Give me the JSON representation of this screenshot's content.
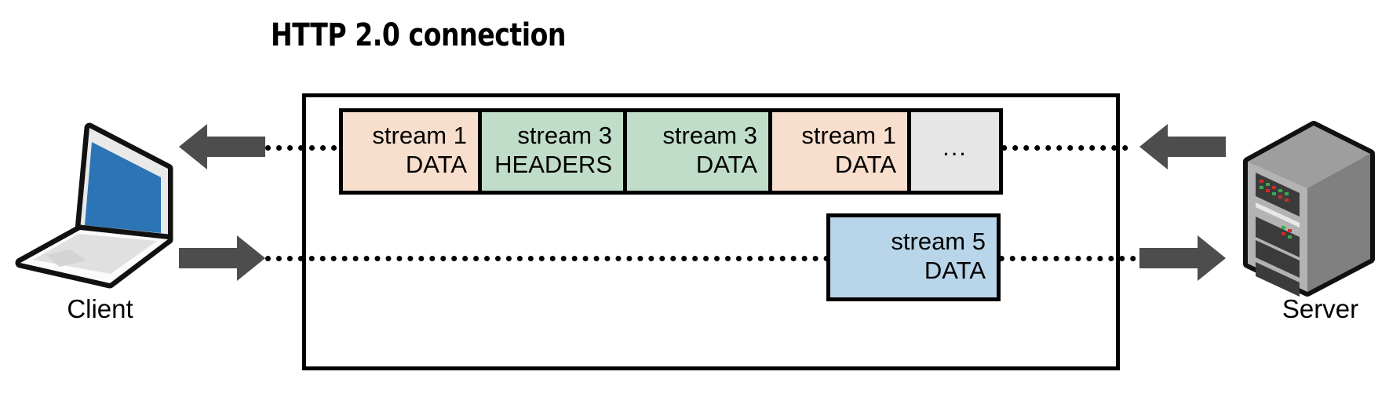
{
  "diagram": {
    "title": "HTTP 2.0 connection",
    "endpoints": {
      "client": {
        "label": "Client",
        "icon": "laptop-icon"
      },
      "server": {
        "label": "Server",
        "icon": "server-icon"
      }
    },
    "arrows": {
      "client_inbound": "arrow-left-icon",
      "client_outbound": "arrow-right-icon",
      "server_outbound": "arrow-left-icon",
      "server_inbound": "arrow-right-icon"
    },
    "downstream_frames": [
      {
        "stream": "stream 1",
        "type": "DATA",
        "color": "#f8decd"
      },
      {
        "stream": "stream 3",
        "type": "HEADERS",
        "color": "#c0ddc9"
      },
      {
        "stream": "stream 3",
        "type": "DATA",
        "color": "#c0ddc9"
      },
      {
        "stream": "stream 1",
        "type": "DATA",
        "color": "#f8decd"
      },
      {
        "stream": "",
        "type": "...",
        "color": "#e6e6e6"
      }
    ],
    "upstream_frames": [
      {
        "stream": "stream 5",
        "type": "DATA",
        "color": "#b9d5e9"
      }
    ],
    "colors": {
      "data_orange": "#f8decd",
      "headers_green": "#c0ddc9",
      "data_blue": "#b9d5e9",
      "ellipsis_grey": "#e6e6e6",
      "arrow_grey": "#4d4d4d",
      "outline_black": "#000000",
      "laptop_screen_blue": "#2b74b5",
      "server_grey": "#808080"
    }
  }
}
